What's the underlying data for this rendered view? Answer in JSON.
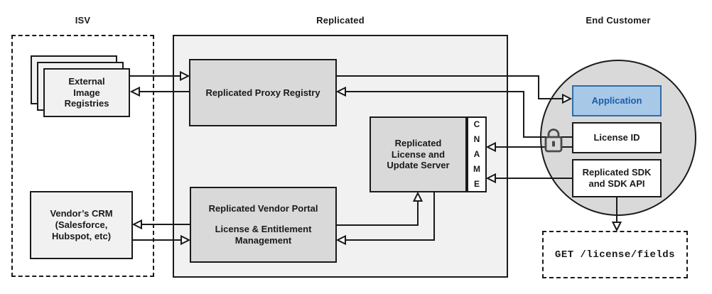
{
  "sections": {
    "isv": {
      "label": "ISV"
    },
    "replicated": {
      "label": "Replicated"
    },
    "end_customer": {
      "label": "End Customer"
    }
  },
  "nodes": {
    "external_registries": {
      "label": "External\nImage\nRegistries"
    },
    "vendors_crm": {
      "label": "Vendor’s CRM\n(Salesforce,\nHubspot, etc)"
    },
    "proxy_registry": {
      "label": "Replicated Proxy Registry"
    },
    "vendor_portal": {
      "title": "Replicated Vendor Portal",
      "subtitle": "License & Entitlement\nManagement"
    },
    "license_update_server": {
      "label": "Replicated\nLicense and\nUpdate Server"
    },
    "cname": {
      "label": "C\nN\nA\nM\nE"
    },
    "application": {
      "label": "Application"
    },
    "license_id": {
      "label": "License ID"
    },
    "replicated_sdk": {
      "label": "Replicated SDK\nand SDK API"
    },
    "get_request": {
      "label": "GET /license/fields"
    }
  },
  "icons": {
    "lock": "unlock-icon"
  },
  "colors": {
    "stroke": "#1a1a1a",
    "gray_light": "#f1f1f1",
    "gray_mid": "#d9d9d9",
    "app_fill": "#a8c8e8",
    "app_border": "#2e6da4",
    "app_text": "#1a5dab",
    "lock_gray": "#4a4a4a"
  }
}
